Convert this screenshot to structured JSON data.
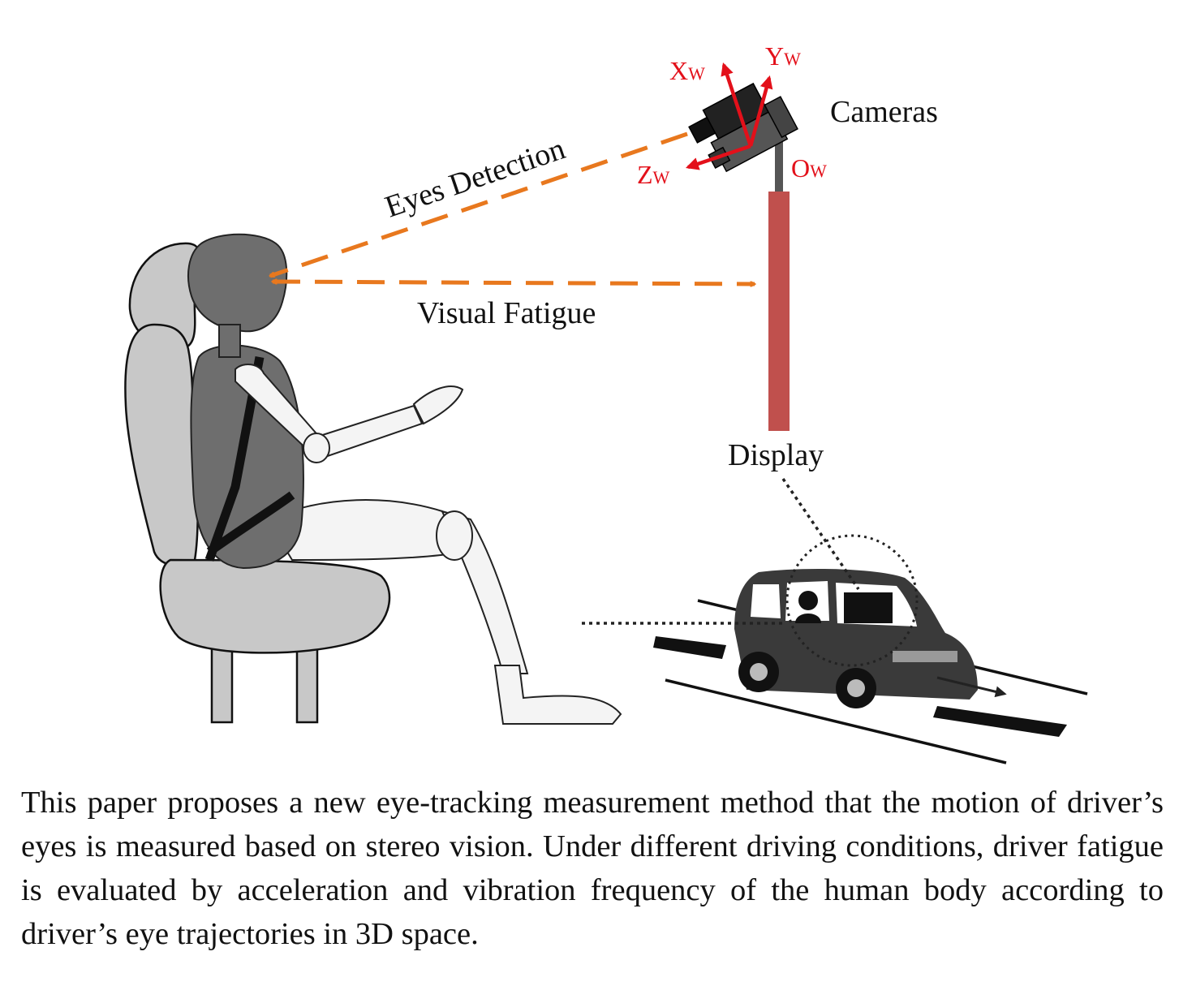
{
  "labels": {
    "cameras": "Cameras",
    "eyes_detection": "Eyes Detection",
    "visual_fatigue": "Visual Fatigue",
    "display": "Display"
  },
  "axes": {
    "x": {
      "main": "X",
      "sub": "W"
    },
    "y": {
      "main": "Y",
      "sub": "W"
    },
    "z": {
      "main": "Z",
      "sub": "W"
    },
    "o": {
      "main": "O",
      "sub": "W"
    }
  },
  "caption": "This paper proposes a new eye-tracking measurement method that the motion of driver’s eyes is measured based on stereo vision. Under different driving conditions, driver fatigue is evaluated by acceleration and vibration frequency of the human body according to driver’s eye trajectories in 3D space.",
  "colors": {
    "arrow_orange": "#e8781e",
    "axis_red": "#e3101a",
    "display_bar": "#c0504d",
    "seat_gray": "#c8c8c8",
    "body_gray": "#6e6e6e",
    "car_dark": "#3a3a3a"
  },
  "icons": [
    "seat-icon",
    "crash-dummy-icon",
    "camera-rig-icon",
    "car-icon"
  ]
}
